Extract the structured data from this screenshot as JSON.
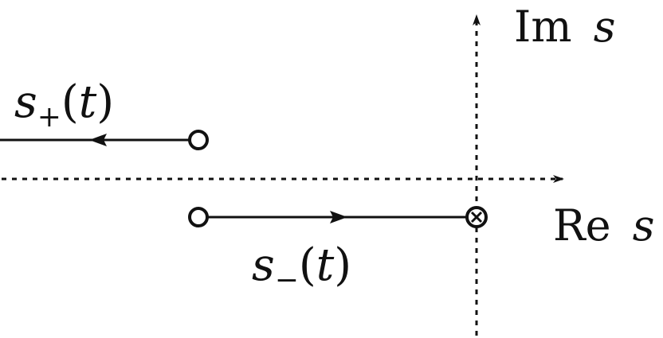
{
  "axes": {
    "imaginary": {
      "name": "Im",
      "var": "s"
    },
    "real": {
      "name": "Re",
      "var": "s"
    }
  },
  "paths": {
    "upper": {
      "sym": "s",
      "sub": "+",
      "arg": "t"
    },
    "lower": {
      "sym": "s",
      "sub": "−",
      "arg": "t"
    }
  },
  "colors": {
    "ink": "#111111",
    "background": "#ffffff"
  }
}
